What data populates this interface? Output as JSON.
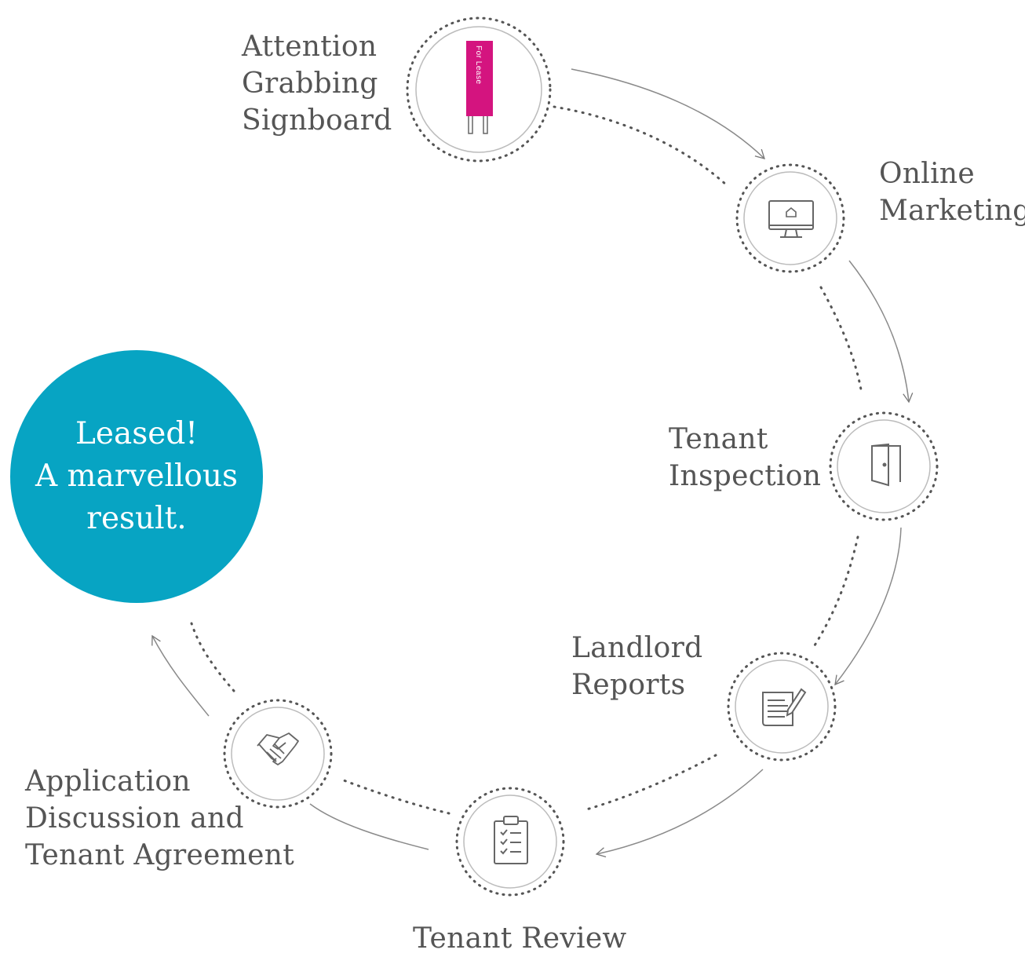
{
  "steps": {
    "signboard": {
      "label_lines": [
        "Attention",
        "Grabbing",
        "Signboard"
      ],
      "sign_text": "For Lease",
      "icon": "signboard-icon"
    },
    "online": {
      "label_lines": [
        "Online",
        "Marketing"
      ],
      "icon": "monitor-house-icon"
    },
    "inspection": {
      "label_lines": [
        "Tenant",
        "Inspection"
      ],
      "icon": "door-icon"
    },
    "reports": {
      "label_lines": [
        "Landlord",
        "Reports"
      ],
      "icon": "document-pen-icon"
    },
    "review": {
      "label": "Tenant Review",
      "icon": "clipboard-checklist-icon"
    },
    "application": {
      "label_lines": [
        "Application",
        "Discussion and",
        "Tenant Agreement"
      ],
      "icon": "handshake-icon"
    }
  },
  "result": {
    "lines": [
      "Leased!",
      "A marvellous",
      "result."
    ]
  },
  "colors": {
    "accent": "#07a4c3",
    "sign": "#d4147f",
    "stroke": "#6e6e6e",
    "text": "#555555"
  }
}
